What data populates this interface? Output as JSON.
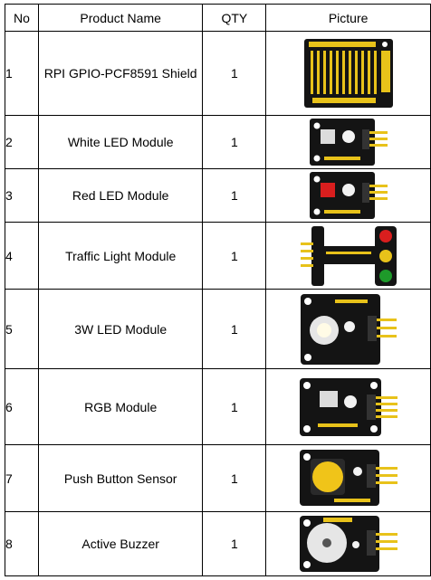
{
  "headers": {
    "no": "No",
    "name": "Product Name",
    "qty": "QTY",
    "picture": "Picture"
  },
  "rows": [
    {
      "no": "1",
      "name": "RPI GPIO-PCF8591 Shield",
      "qty": "1",
      "image": "gpio-shield-board"
    },
    {
      "no": "2",
      "name": "White LED Module",
      "qty": "1",
      "image": "white-led-module"
    },
    {
      "no": "3",
      "name": "Red LED Module",
      "qty": "1",
      "image": "red-led-module"
    },
    {
      "no": "4",
      "name": "Traffic Light Module",
      "qty": "1",
      "image": "traffic-light-module"
    },
    {
      "no": "5",
      "name": "3W LED Module",
      "qty": "1",
      "image": "3w-led-module"
    },
    {
      "no": "6",
      "name": "RGB Module",
      "qty": "1",
      "image": "rgb-module"
    },
    {
      "no": "7",
      "name": "Push Button Sensor",
      "qty": "1",
      "image": "push-button-module"
    },
    {
      "no": "8",
      "name": "Active Buzzer",
      "qty": "1",
      "image": "active-buzzer-module"
    }
  ],
  "colors": {
    "pcb": "#141414",
    "pin": "#e8c21a",
    "red_led": "#d91e1e",
    "yellow_button": "#f0c419",
    "green_led": "#1e9a2a"
  }
}
